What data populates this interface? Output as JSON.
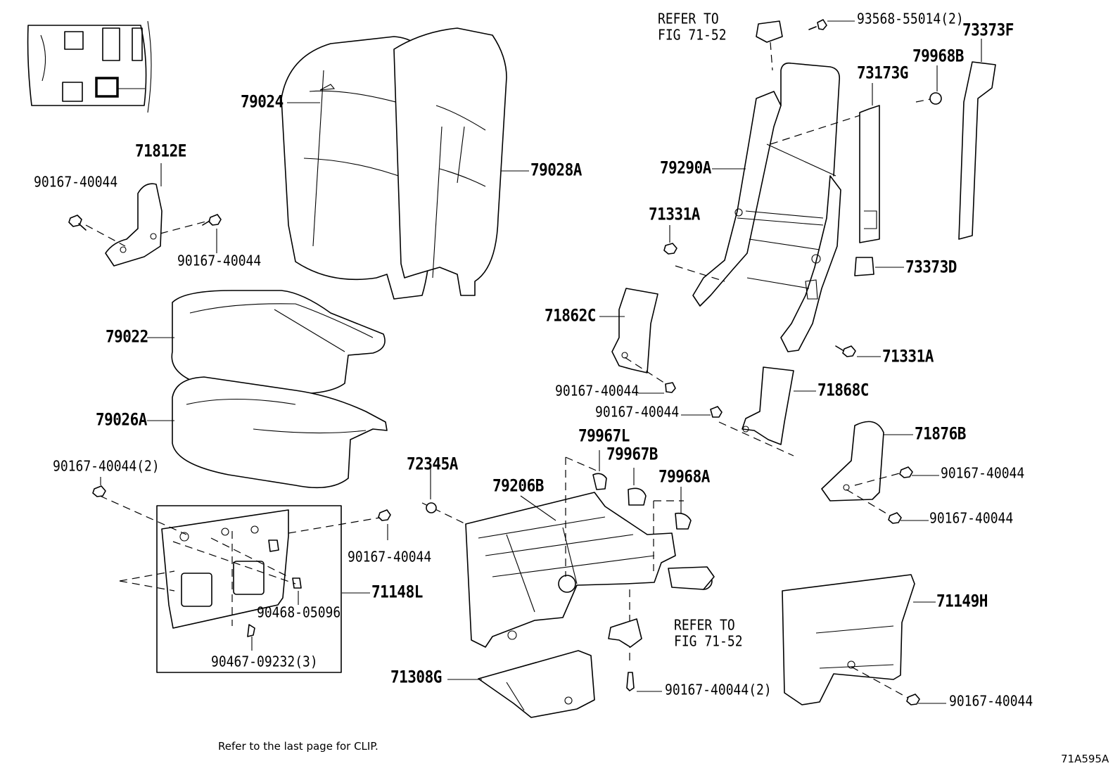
{
  "diagram": {
    "labels": {
      "p79024": "79024",
      "p79028A": "79028A",
      "p71812E": "71812E",
      "p90167_a": "90167-40044",
      "p90167_b": "90167-40044",
      "p79022": "79022",
      "p79026A": "79026A",
      "p90167_2a": "90167-40044(2)",
      "p90167_c": "90167-40044",
      "p71148L": "71148L",
      "p90468": "90468-05096",
      "p90467": "90467-09232(3)",
      "p72345A": "72345A",
      "p79206B": "79206B",
      "p79967L": "79967L",
      "p79967B": "79967B",
      "p79968A": "79968A",
      "p71308G": "71308G",
      "p90167_2b": "90167-40044(2)",
      "p93568": "93568-55014(2)",
      "p73373F": "73373F",
      "p79968B": "79968B",
      "p73173G": "73173G",
      "p79290A": "79290A",
      "p71331A_a": "71331A",
      "p73373D": "73373D",
      "p71331A_b": "71331A",
      "p71862C": "71862C",
      "p90167_d": "90167-40044",
      "p90167_e": "90167-40044",
      "p71868C": "71868C",
      "p71876B": "71876B",
      "p90167_f": "90167-40044",
      "p90167_g": "90167-40044",
      "p71149H": "71149H",
      "p90167_h": "90167-40044"
    },
    "refer_top": [
      "REFER TO",
      "FIG 71-52"
    ],
    "refer_mid": [
      "REFER TO",
      "FIG 71-52"
    ],
    "clip_note": "Refer to the last page for CLIP.",
    "figure_code": "71A595A"
  }
}
